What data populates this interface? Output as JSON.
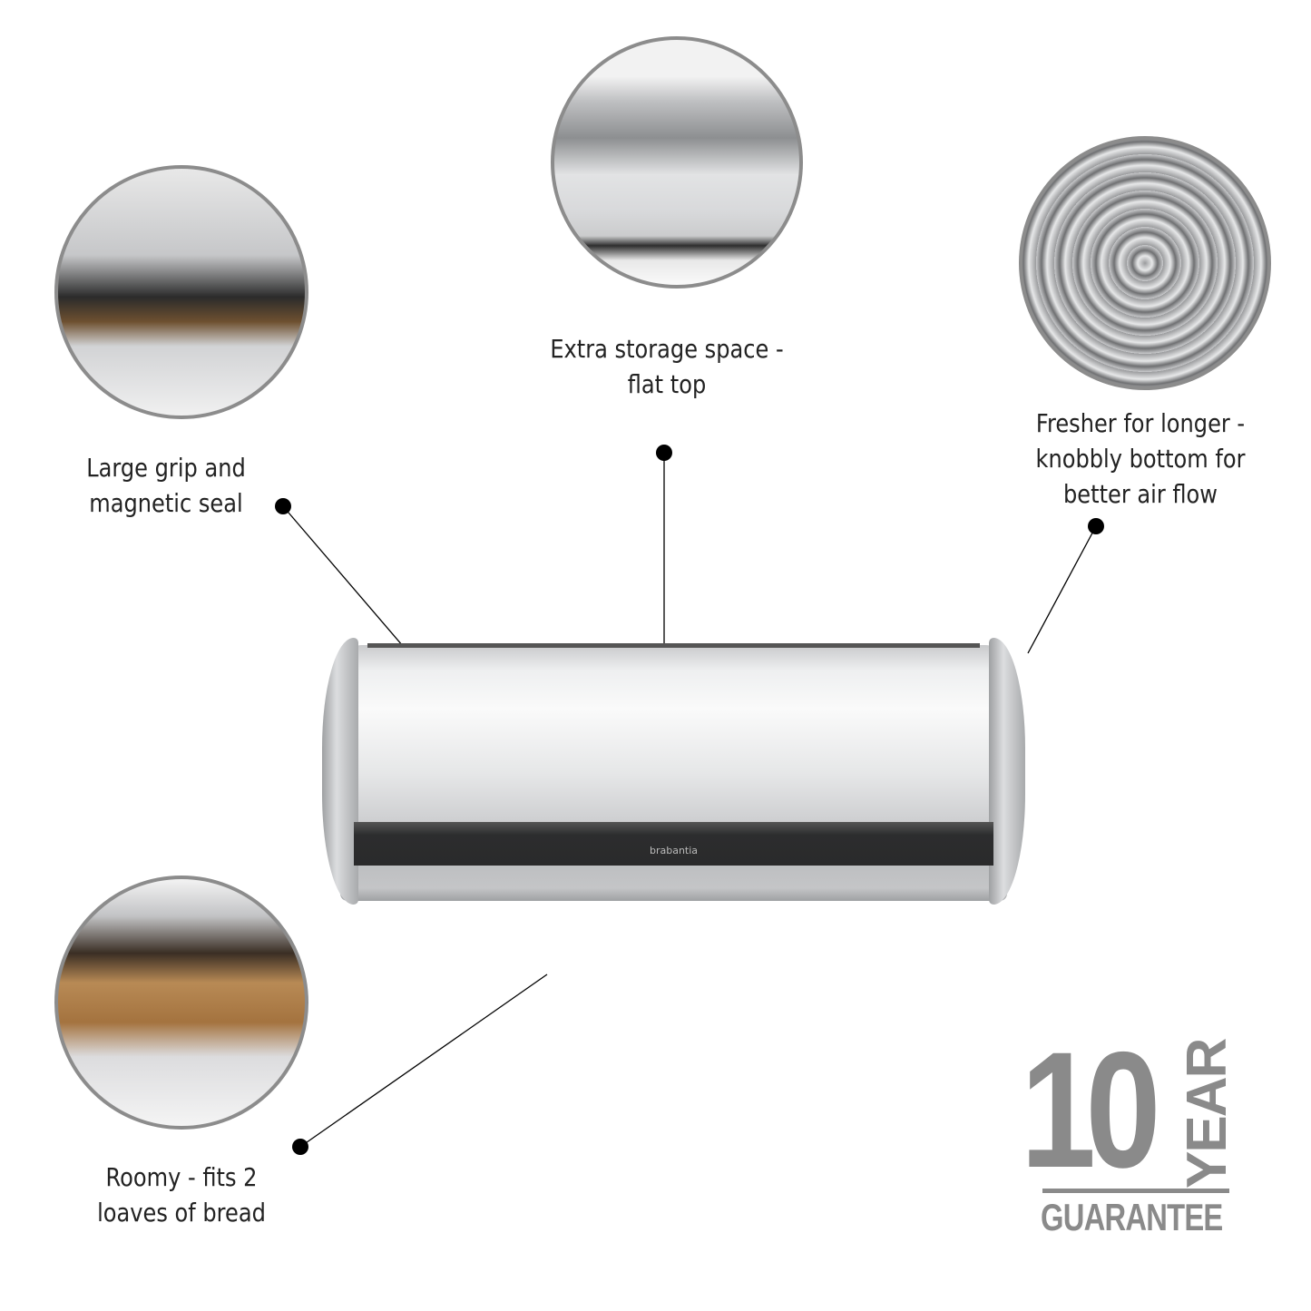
{
  "product": {
    "brand_label": "brabantia"
  },
  "callouts": [
    {
      "lines": [
        "Large grip and",
        "magnetic seal"
      ]
    },
    {
      "lines": [
        "Extra storage space -",
        "flat top"
      ]
    },
    {
      "lines": [
        "Fresher for longer -",
        "knobbly bottom for",
        "better air flow"
      ]
    },
    {
      "lines": [
        "Roomy - fits 2",
        "loaves of bread"
      ]
    }
  ],
  "badge": {
    "number": "10",
    "unit": "YEAR",
    "label": "GUARANTEE",
    "color": "#8a8a8a"
  },
  "colors": {
    "circle_border": "#8c8c8c",
    "leader_line": "#000000"
  }
}
